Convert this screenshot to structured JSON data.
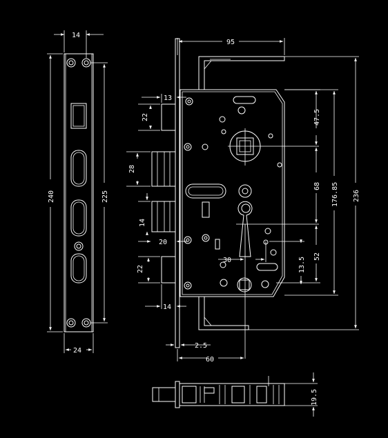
{
  "drawing": {
    "front_plate": {
      "width": "14",
      "height": "240",
      "hole_pitch": "225",
      "base": "24"
    },
    "lock_body": {
      "overall_width": "95",
      "latch_projection": "13",
      "latch_height": "22",
      "deadbolt_height": "28",
      "deadbolt_gap": "14",
      "lower_offset": "20",
      "lower_latch_height": "22",
      "lower_gap": "14",
      "dim_47_5": "47.5",
      "dim_68": "68",
      "dim_176_85": "176.85",
      "dim_236": "236",
      "dim_52": "52",
      "dim_13_5": "13.5",
      "cylinder_spacing": "30",
      "plate_thickness": "2.5",
      "backset": "60"
    },
    "bottom_view": {
      "thickness": "19.5"
    }
  }
}
